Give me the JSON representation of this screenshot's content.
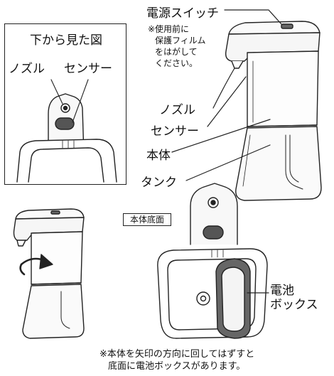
{
  "labels": {
    "power_switch": "電源スイッチ",
    "film_note": [
      "※使用前に",
      "保護フィルム",
      "をはがして",
      "ください。"
    ],
    "nozzle": "ノズル",
    "sensor": "センサー",
    "body": "本体",
    "tank": "タンク",
    "battery_box": [
      "電池",
      "ボックス"
    ]
  },
  "inset": {
    "title": "下から見た図",
    "nozzle": "ノズル",
    "sensor": "センサー"
  },
  "bottom_view_tag": "本体底面",
  "caption": [
    "※本体を矢印の方向に回してはずすと",
    "底面に電池ボックスがあります。"
  ],
  "icons": [
    "rotation-arrow-icon"
  ],
  "colors": {
    "line": "#222222",
    "fill_dark": "#555555",
    "fill_light": "#f4f4f4"
  }
}
